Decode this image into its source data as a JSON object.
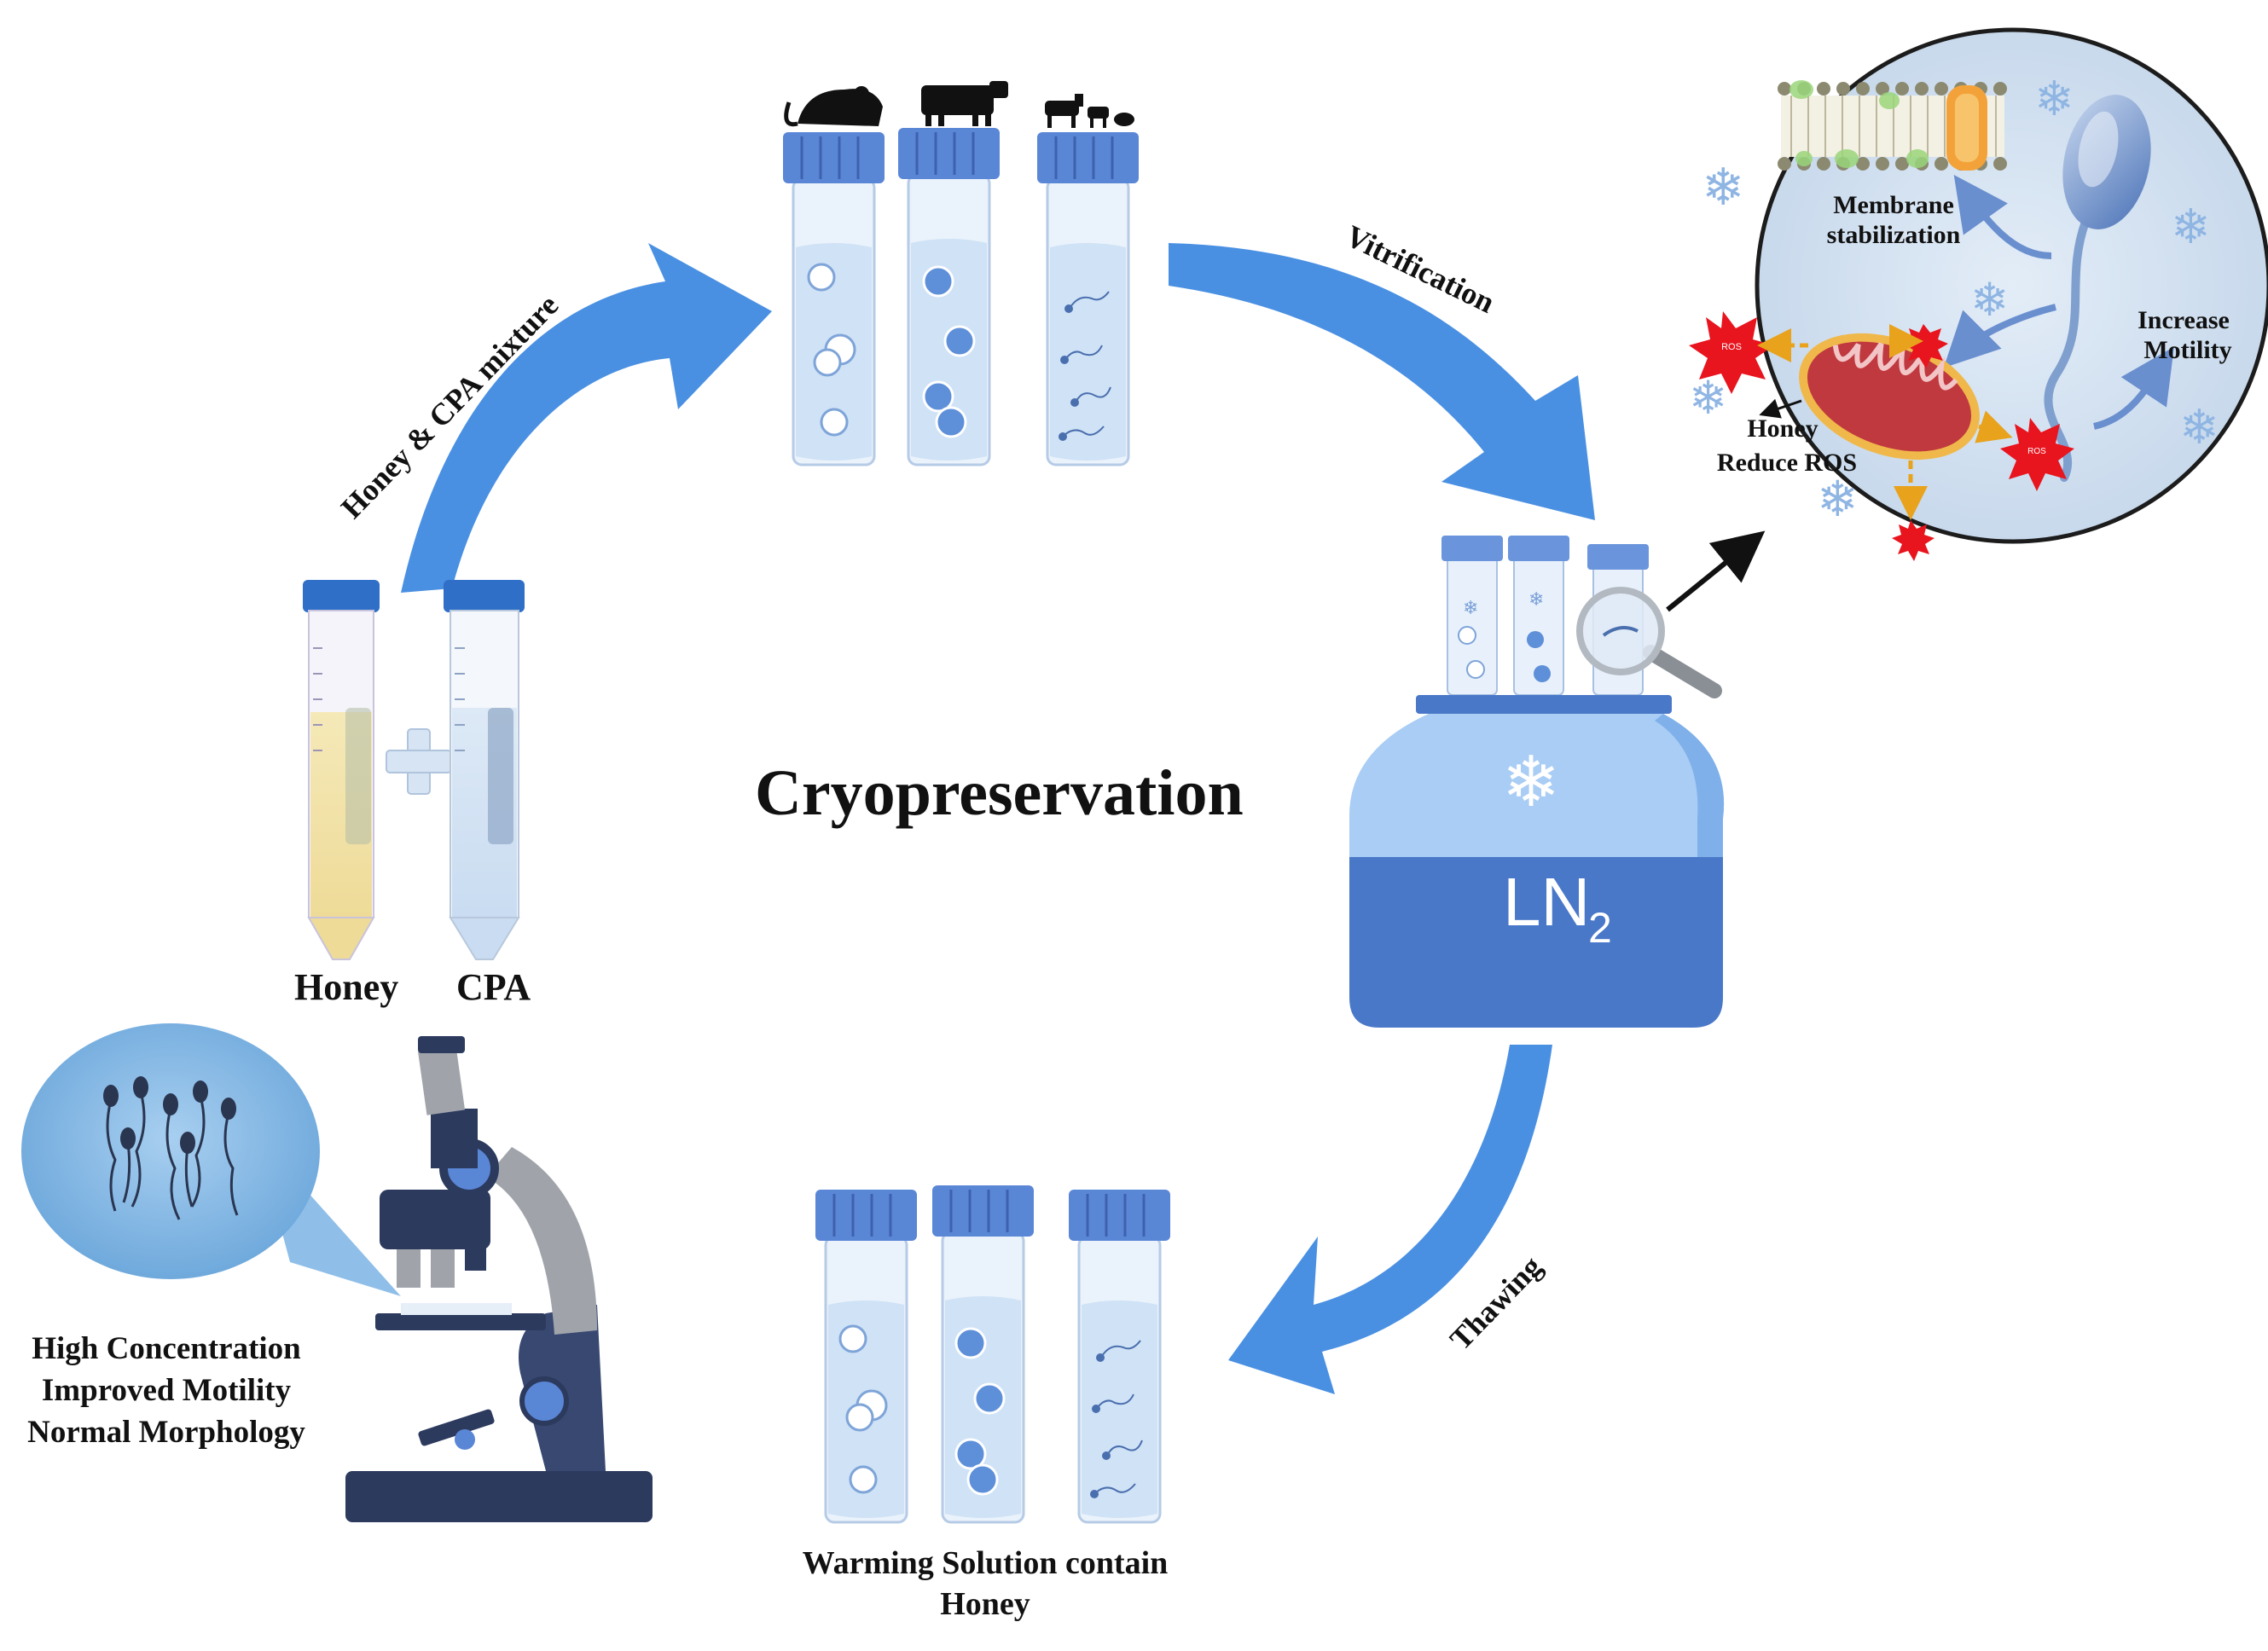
{
  "title": "Cryopreservation",
  "arrows": {
    "mix": "Honey & CPA mixture",
    "vitrification": "Vitrification",
    "thawing": "Thawing"
  },
  "tubes": {
    "honey": "Honey",
    "cpa": "CPA"
  },
  "dewar": {
    "label_main": "LN",
    "label_sub": "2"
  },
  "zoom": {
    "membrane_line1": "Membrane",
    "membrane_line2": "stabilization",
    "motility_line1": "Increase",
    "motility_line2": "Motility",
    "ros_line1": "Honey",
    "ros_line2": "Reduce ROS",
    "ros_burst": "ROS"
  },
  "warming": {
    "line1": "Warming Solution contain",
    "line2": "Honey"
  },
  "microscope": {
    "line1": "High Concentration",
    "line2": "Improved Motility",
    "line3": "Normal Morphology"
  },
  "colors": {
    "arrow_blue": "#4a90e2",
    "cap_blue": "#5a86d6",
    "tube_fill": "#cfe2f6",
    "dewar_light": "#a9cdf4",
    "dewar_dark": "#4a78c8",
    "honey_yellow": "#f1dfa0",
    "mito_red": "#c0393f",
    "ros_red": "#e8141e"
  }
}
